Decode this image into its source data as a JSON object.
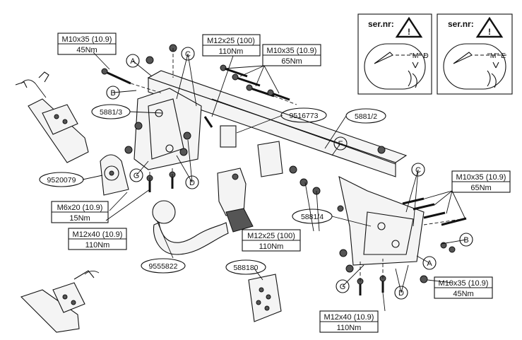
{
  "callouts": {
    "top_left_bolt": {
      "spec": "M10x35 (10.9)",
      "torque": "45Nm"
    },
    "top_mid_bolt": {
      "spec": "M12x25 (100)",
      "torque": "110Nm"
    },
    "top_right_bolt": {
      "spec": "M10x35 (10.9)",
      "torque": "65Nm"
    },
    "right_bolts": {
      "spec": "M10x35 (10.9)",
      "torque": "65Nm"
    },
    "right_low_bolt": {
      "spec": "M10x35 (10.9)",
      "torque": "45Nm"
    },
    "left_small_bolt": {
      "spec": "M6x20 (10.9)",
      "torque": "15Nm"
    },
    "left_long_bolt": {
      "spec": "M12x40 (10.9)",
      "torque": "110Nm"
    },
    "center_bolt": {
      "spec": "M12x25 (100)",
      "torque": "110Nm"
    },
    "bottom_long_bolt": {
      "spec": "M12x40 (10.9)",
      "torque": "110Nm"
    }
  },
  "part_numbers": {
    "bracket_left": "5881/3",
    "crossbar": "5881/2",
    "bracket_right": "5881/4",
    "socket_part": "9516773",
    "socket_plate": "9520079",
    "tow_ball": "9555822",
    "bolt_kit": "588180"
  },
  "letters": {
    "a": "A",
    "b": "B",
    "c": "C",
    "d": "D",
    "f": "F",
    "g": "G"
  },
  "serial_panels": [
    {
      "label": "ser.nr:",
      "code": "\"M\" D"
    },
    {
      "label": "ser.nr:",
      "code": "\"M\" E"
    }
  ]
}
